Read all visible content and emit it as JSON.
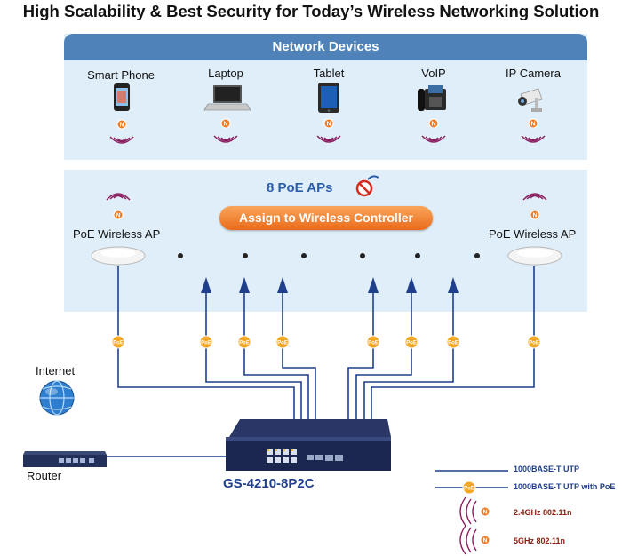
{
  "title": "High Scalability & Best Security for Today’s Wireless Networking Solution",
  "network_devices": {
    "header": "Network Devices",
    "devices": [
      {
        "label": "Smart Phone",
        "icon": "smartphone-icon"
      },
      {
        "label": "Laptop",
        "icon": "laptop-icon"
      },
      {
        "label": "Tablet",
        "icon": "tablet-icon"
      },
      {
        "label": "VoIP",
        "icon": "voip-phone-icon"
      },
      {
        "label": "IP Camera",
        "icon": "ip-camera-icon"
      }
    ]
  },
  "ap_section": {
    "count_label": "8 PoE APs",
    "controller_button": "Assign to Wireless Controller",
    "left_ap": "PoE Wireless AP",
    "right_ap": "PoE Wireless AP"
  },
  "poe_badge": "PoE",
  "internet_label": "Internet",
  "router_label": "Router",
  "switch_model": "GS-4210-8P2C",
  "legend": {
    "utp": "1000BASE-T UTP",
    "utp_poe": "1000BASE-T UTP with PoE",
    "ghz24": "2.4GHz 802.11n",
    "ghz5": "5GHz 802.11n"
  },
  "colors": {
    "line": "#1f3f8c",
    "header": "#4f82b8",
    "panel": "#dfeef8",
    "accent": "#ea6b1b",
    "wave": "#8a2060"
  }
}
